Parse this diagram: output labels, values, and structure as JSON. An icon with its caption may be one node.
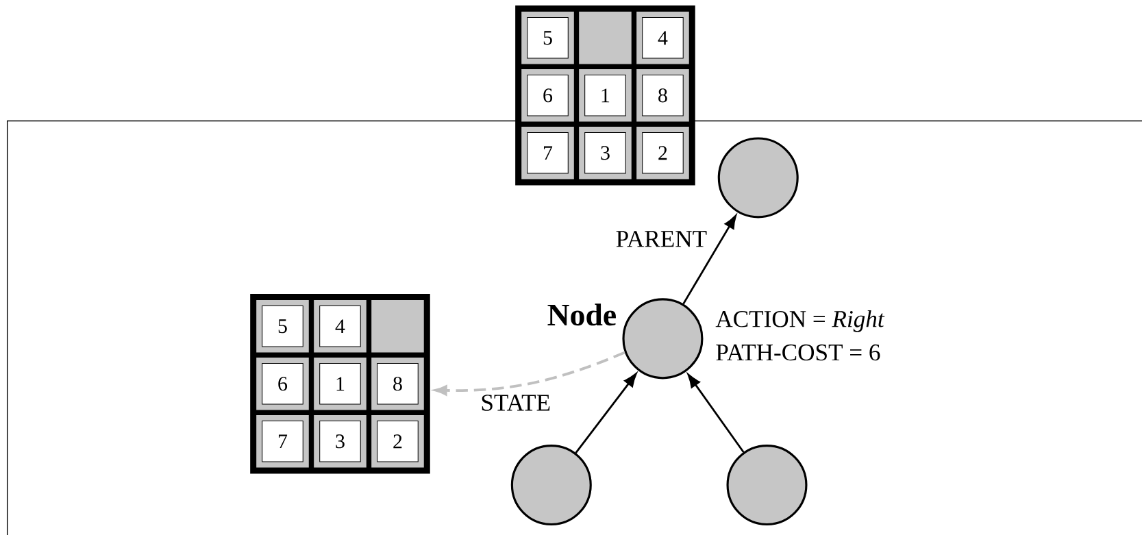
{
  "diagram": {
    "nodes": [
      {
        "text": [],
        "shape": "box"
      },
      {
        "text": [
          "5"
        ],
        "in": 0
      },
      {
        "text": [],
        "shape": "box",
        "in": 0
      },
      {
        "text": [
          "4"
        ],
        "in": 0
      },
      {
        "text": [
          "6"
        ],
        "in": 0
      },
      {
        "text": [
          "1"
        ],
        "in": 0
      },
      {
        "text": [
          "8"
        ],
        "in": 0
      },
      {
        "text": [
          "7"
        ],
        "in": 0
      },
      {
        "text": [
          "3"
        ],
        "in": 0
      },
      {
        "text": [
          "2"
        ],
        "in": 0
      },
      {
        "text": [],
        "shape": "circle"
      },
      {
        "text": [],
        "shape": "circle",
        "beside": [
          "Node",
          "ACTION = *Right*",
          "PATH-COST = 6"
        ]
      },
      {
        "text": [],
        "shape": "box"
      },
      {
        "text": [
          "5"
        ],
        "in": 12
      },
      {
        "text": [
          "4"
        ],
        "in": 12
      },
      {
        "text": [],
        "shape": "box",
        "in": 12
      },
      {
        "text": [
          "6"
        ],
        "in": 12
      },
      {
        "text": [
          "1"
        ],
        "in": 12
      },
      {
        "text": [
          "8"
        ],
        "in": 12
      },
      {
        "text": [
          "7"
        ],
        "in": 12
      },
      {
        "text": [
          "3"
        ],
        "in": 12
      },
      {
        "text": [
          "2"
        ],
        "in": 12
      },
      {
        "text": [],
        "shape": "circle"
      },
      {
        "text": [],
        "shape": "circle"
      }
    ],
    "edges": [
      {
        "from": 11,
        "to": 10,
        "arrow": "to",
        "label": "PARENT"
      },
      {
        "from": 11,
        "to": 12,
        "arrow": "to",
        "label": "STATE",
        "style": "dashed",
        "color": "#c0c0c0"
      },
      {
        "from": 22,
        "to": 11,
        "arrow": "to"
      },
      {
        "from": 23,
        "to": 11,
        "arrow": "to"
      }
    ]
  }
}
